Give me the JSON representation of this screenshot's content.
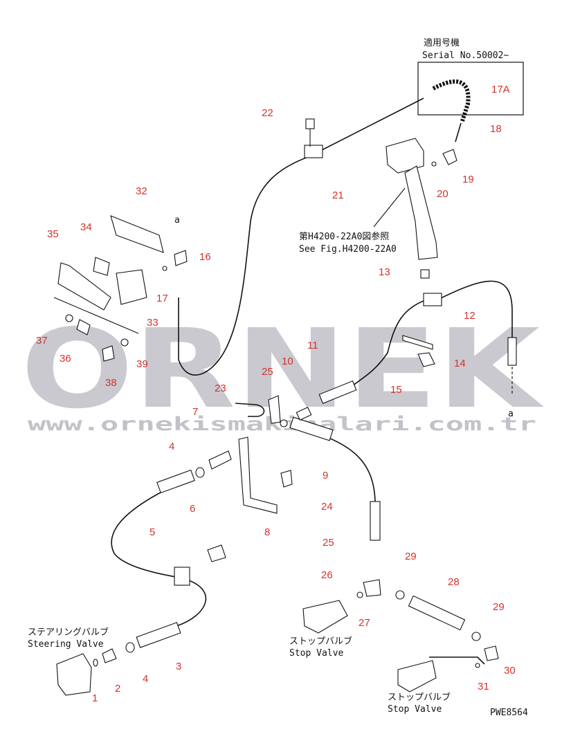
{
  "watermark": {
    "brand": "ORNEK",
    "url": "www.ornekismakinalari.com.tr"
  },
  "applicability": {
    "title": "適用号機",
    "serial": "Serial No.50002~"
  },
  "references": {
    "see_fig_jp": "第H4200-22A0図参照",
    "see_fig_en": "See Fig.H4200-22A0"
  },
  "components": {
    "steering_valve_jp": "ステアリングバルブ",
    "steering_valve_en": "Steering Valve",
    "stop_valve1_jp": "ストップバルブ",
    "stop_valve1_en": "Stop Valve",
    "stop_valve2_jp": "ストップバルブ",
    "stop_valve2_en": "Stop Valve"
  },
  "connector_marks": {
    "top": "a",
    "bottom": "a"
  },
  "callouts": {
    "c1": "1",
    "c2": "2",
    "c3": "3",
    "c4a": "4",
    "c4b": "4",
    "c5": "5",
    "c6": "6",
    "c7": "7",
    "c8": "8",
    "c9": "9",
    "c10": "10",
    "c11": "11",
    "c12": "12",
    "c13": "13",
    "c14": "14",
    "c15": "15",
    "c16": "16",
    "c17": "17",
    "c17a": "17A",
    "c18": "18",
    "c19": "19",
    "c20": "20",
    "c21": "21",
    "c22": "22",
    "c23": "23",
    "c24": "24",
    "c25a": "25",
    "c25b": "25",
    "c26": "26",
    "c27": "27",
    "c28": "28",
    "c29a": "29",
    "c29b": "29",
    "c30": "30",
    "c31": "31",
    "c32": "32",
    "c33": "33",
    "c34": "34",
    "c35": "35",
    "c36": "36",
    "c37": "37",
    "c38": "38",
    "c39": "39"
  },
  "drawing_code": "PWE8564"
}
